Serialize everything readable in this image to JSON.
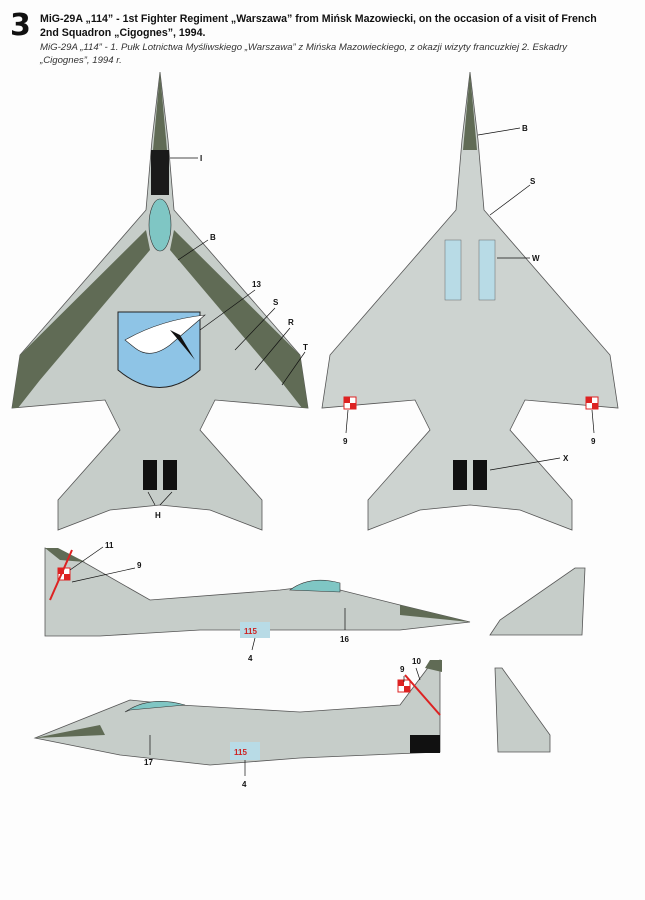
{
  "plate_number": "3",
  "title_en": "MiG-29A „114” - 1st Fighter Regiment „Warszawa” from Mińsk Mazowiecki, on the occasion of a visit of French 2nd Squadron „Cigognes”, 1994.",
  "title_pl": "MiG-29A „114” - 1. Pułk Lotnictwa Myśliwskiego „Warszawa” z Mińska Mazowieckiego, z okazji wizyty francuzkiej 2. Eskadry „Cigognes”, 1994 r.",
  "top_view": {
    "callouts": [
      "I",
      "B",
      "13",
      "S",
      "R",
      "T",
      "H"
    ]
  },
  "bottom_view": {
    "callouts": [
      "B",
      "S",
      "W",
      "9",
      "9",
      "X"
    ]
  },
  "left_side": {
    "callouts": [
      "11",
      "9",
      "16",
      "4"
    ],
    "tail_number": "115"
  },
  "right_side": {
    "callouts": [
      "10",
      "9",
      "17",
      "4"
    ],
    "tail_number": "115"
  },
  "colors": {
    "light_grey": "#c9d0cc",
    "grey": "#a9b2ae",
    "green_grey": "#606b55",
    "dark": "#4a4f48",
    "canopy": "#7fc6c4",
    "roundel_red": "#d22",
    "emblem_blue": "#8ec4e6"
  }
}
